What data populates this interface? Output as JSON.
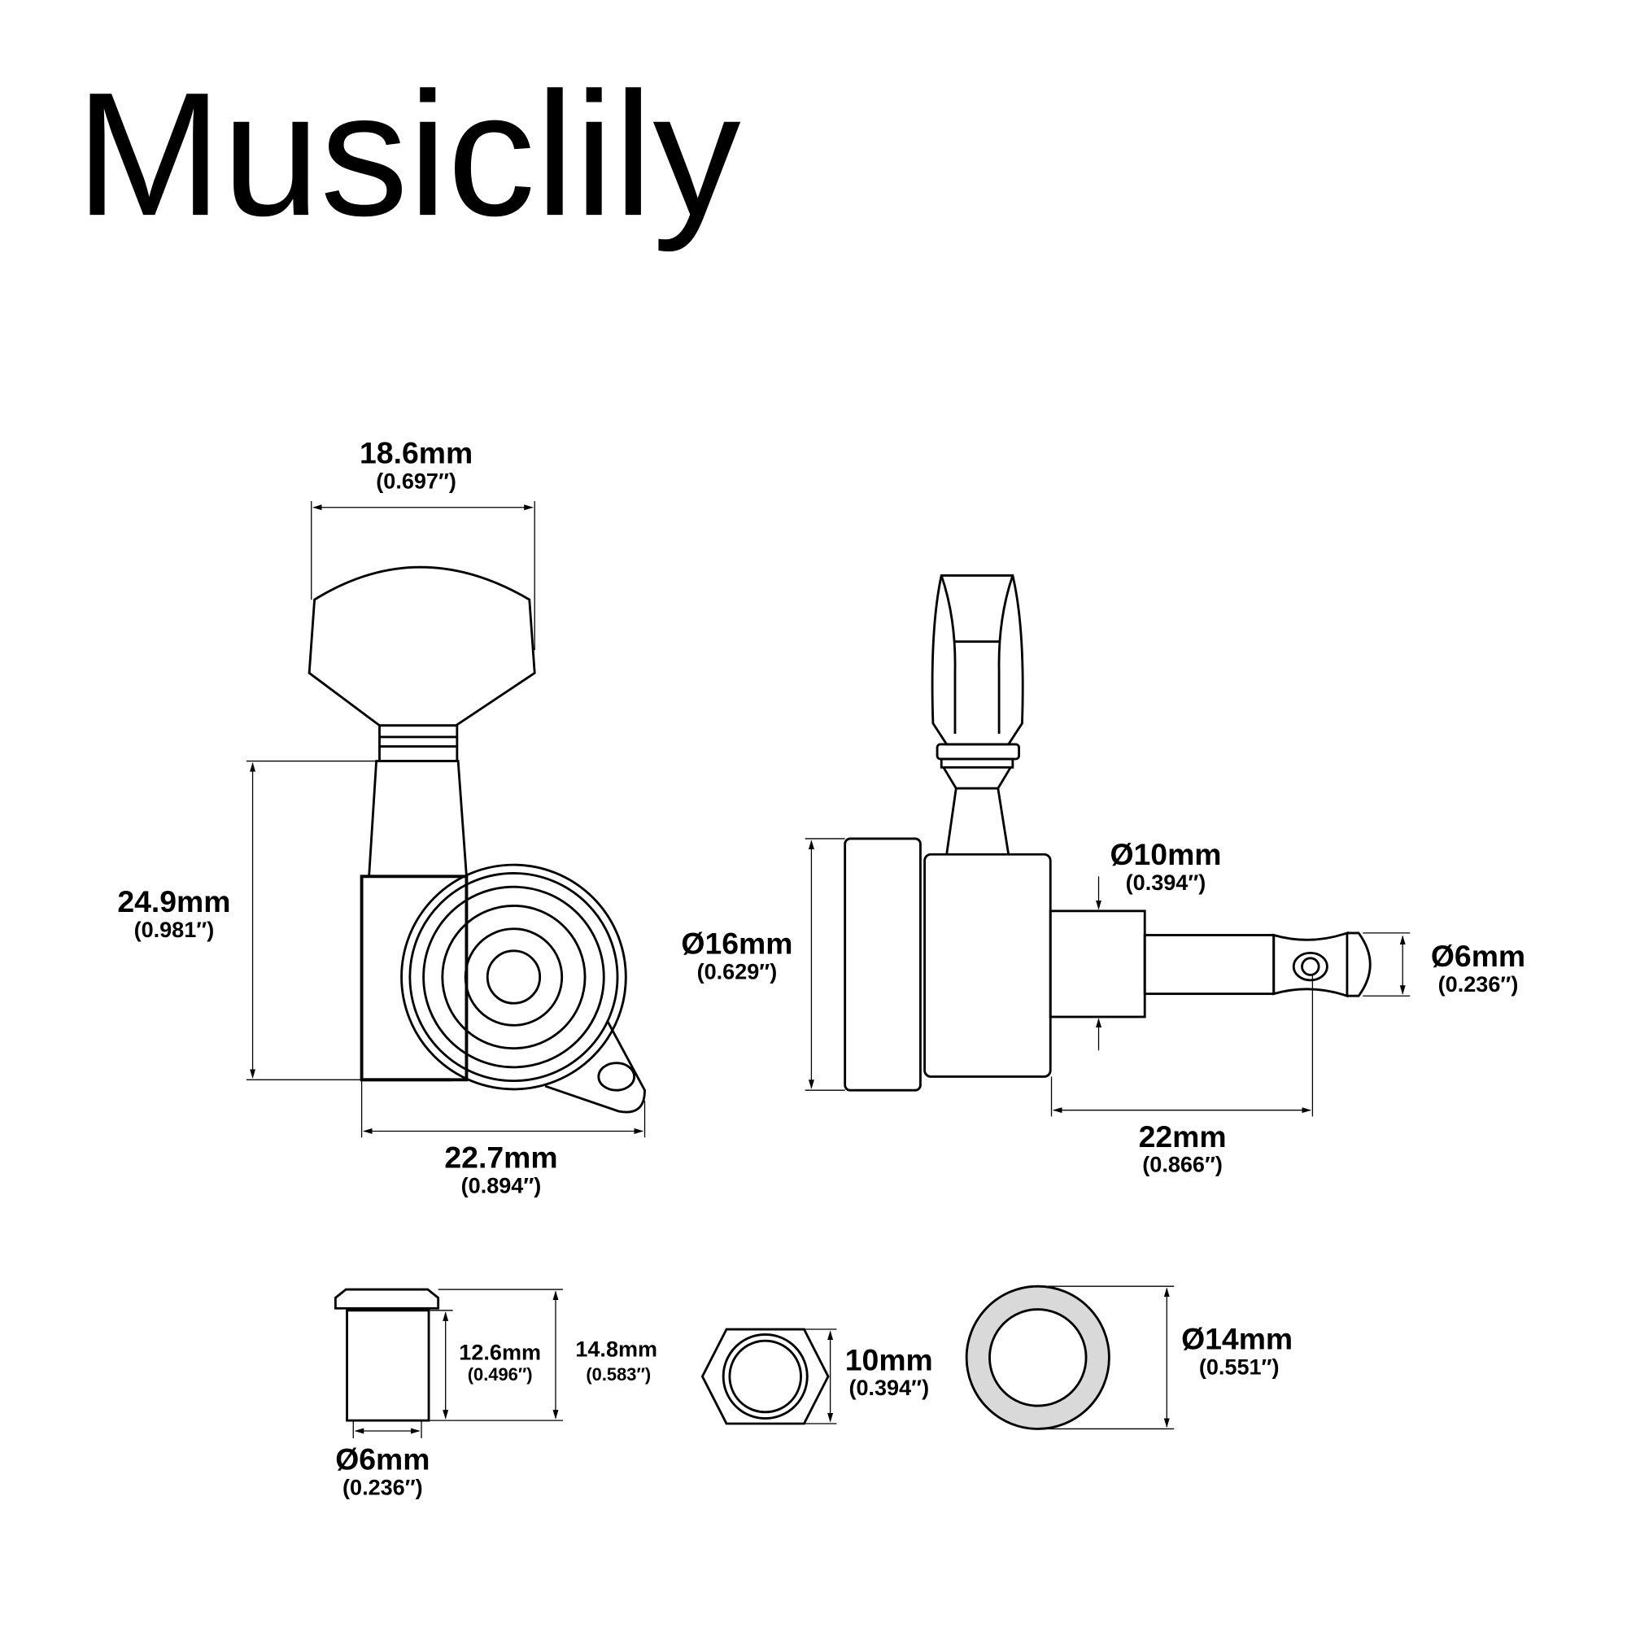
{
  "title": "Musiclily",
  "colors": {
    "line": "#000000",
    "washer_fill": "#d9d9d9",
    "background": "#ffffff"
  },
  "front_view": {
    "button_width": {
      "mm": "18.6mm",
      "in": "(0.697″)"
    },
    "height": {
      "mm": "24.9mm",
      "in": "(0.981″)"
    },
    "width": {
      "mm": "22.7mm",
      "in": "(0.894″)"
    }
  },
  "side_view": {
    "gear_diameter": {
      "mm": "Ø16mm",
      "in": "(0.629″)"
    },
    "shaft_diameter": {
      "mm": "Ø10mm",
      "in": "(0.394″)"
    },
    "post_diameter": {
      "mm": "Ø6mm",
      "in": "(0.236″)"
    },
    "post_length": {
      "mm": "22mm",
      "in": "(0.866″)"
    }
  },
  "parts": {
    "bushing_thread_height": {
      "mm": "12.6mm",
      "in": "(0.496″)"
    },
    "bushing_height": {
      "mm": "14.8mm",
      "in": "(0.583″)"
    },
    "bushing_diameter": {
      "mm": "Ø6mm",
      "in": "(0.236″)"
    },
    "hex_nut": {
      "mm": "10mm",
      "in": "(0.394″)"
    },
    "washer": {
      "mm": "Ø14mm",
      "in": "(0.551″)"
    }
  }
}
